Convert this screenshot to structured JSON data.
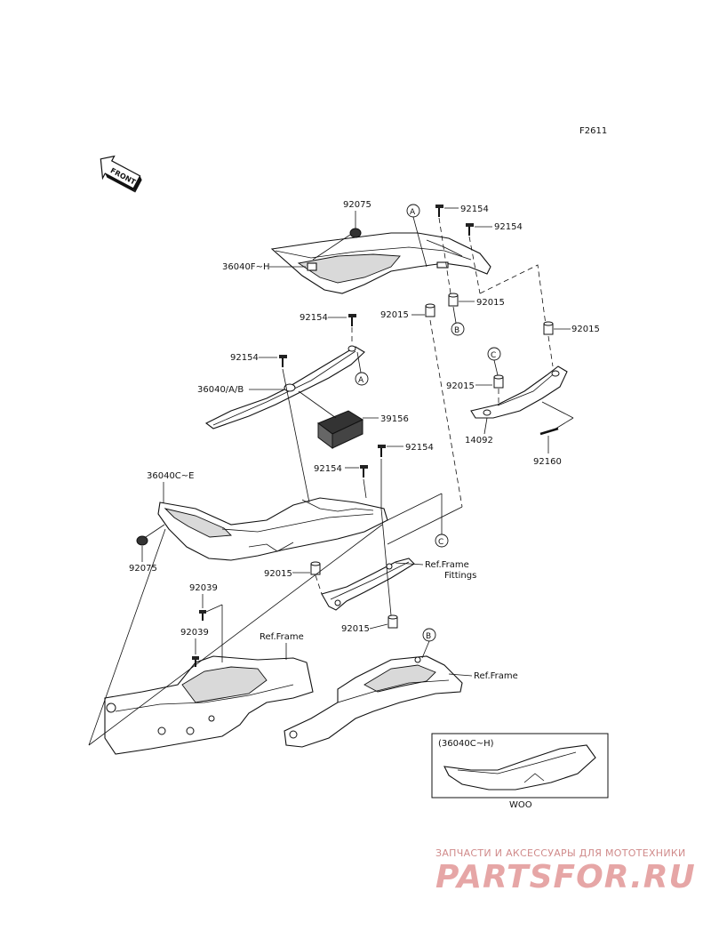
{
  "diagram": {
    "code": "F2611",
    "front_label": "FRONT",
    "labels": {
      "p92075_top": "92075",
      "p92154_a": "92154",
      "p92154_b": "92154",
      "p36040fh": "36040F~H",
      "p92015_top": "92015",
      "p92015_right": "92015",
      "p92015_c": "92015",
      "p92015_mid": "92015",
      "p92154_c": "92154",
      "p92154_d": "92154",
      "p36040ab": "36040/A/B",
      "p39156": "39156",
      "p92015_d": "92015",
      "p14092": "14092",
      "p92154_e": "92154",
      "p92154_f": "92154",
      "p92160": "92160",
      "p36040ce": "36040C~E",
      "p92075_left": "92075",
      "p92015_e": "92015",
      "p92039_a": "92039",
      "p92039_b": "92039",
      "ref_frame_fittings": "Ref.Frame Fittings",
      "ref_frame_left": "Ref.Frame",
      "ref_frame_right": "Ref.Frame",
      "p92015_f": "92015",
      "inset_label": "(36040C~H)",
      "inset_caption": "WOO"
    },
    "markers": {
      "a": "A",
      "b": "B",
      "c": "C"
    }
  },
  "watermark": {
    "tagline": "ЗАПЧАСТИ И АКСЕССУАРЫ ДЛЯ МОТОТЕХНИКИ",
    "brand": "PARTSFOR.RU"
  }
}
